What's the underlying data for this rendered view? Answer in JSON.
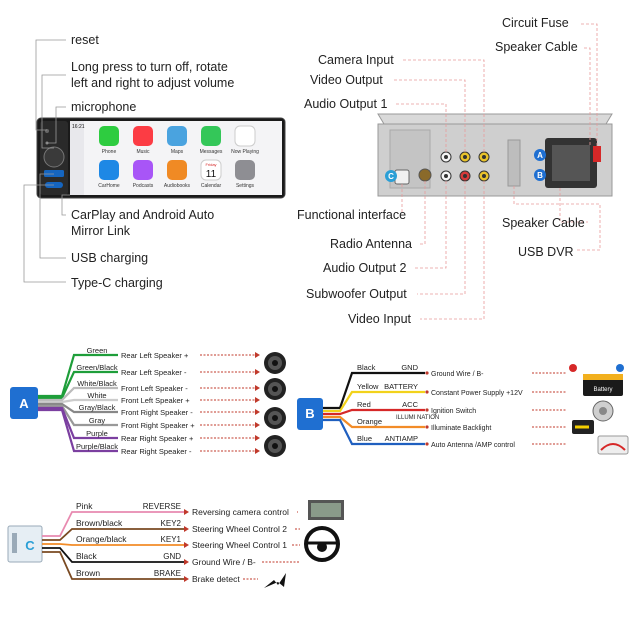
{
  "head_unit": {
    "time": "16:21",
    "apps": [
      {
        "label": "Phone",
        "color": "#2ecc40"
      },
      {
        "label": "Music",
        "color": "#fc3c44"
      },
      {
        "label": "Maps",
        "color": "#4aa3df"
      },
      {
        "label": "Messages",
        "color": "#34c759"
      },
      {
        "label": "Now Playing",
        "color": "#ffffff"
      },
      {
        "label": "CarHome",
        "color": "#1e88e5"
      },
      {
        "label": "Podcasts",
        "color": "#a855f7"
      },
      {
        "label": "Audiobooks",
        "color": "#f08a24"
      },
      {
        "label": "Calendar",
        "color": "#ffffff"
      },
      {
        "label": "Settings",
        "color": "#8e8e93"
      }
    ],
    "calendar_day": "Friday",
    "calendar_date": "11",
    "left_labels": [
      "reset",
      "Long press to turn off, rotate",
      "left and right to adjust volume",
      "microphone",
      "CarPlay and Android Auto",
      "Mirror Link",
      "USB charging",
      "Type-C charging"
    ]
  },
  "back_panel": {
    "top_labels": [
      "Circuit Fuse",
      "Speaker Cable",
      "Camera Input",
      "Video Output",
      "Audio Output 1"
    ],
    "bottom_labels": [
      "Functional interface",
      "Radio Antenna",
      "Audio Output 2",
      "Subwoofer Output",
      "Video Input",
      "Speaker Cable",
      "USB DVR"
    ],
    "port_markers": [
      "A",
      "B",
      "C"
    ]
  },
  "harness_a": {
    "letter": "A",
    "wires": [
      {
        "color_name": "Green",
        "function": "Rear Left Speaker +",
        "color": "#1e9e3a"
      },
      {
        "color_name": "Green/Black",
        "function": "Rear Left Speaker -",
        "color": "#1e9e3a"
      },
      {
        "color_name": "White/Black",
        "function": "Front Left Speaker -",
        "color": "#bbbbbb"
      },
      {
        "color_name": "White",
        "function": "Front Left Speaker +",
        "color": "#cccccc"
      },
      {
        "color_name": "Gray/Black",
        "function": "Front Right Speaker -",
        "color": "#888888"
      },
      {
        "color_name": "Gray",
        "function": "Front Right Speaker +",
        "color": "#999999"
      },
      {
        "color_name": "Purple",
        "function": "Rear Right Speaker +",
        "color": "#7b3fa0"
      },
      {
        "color_name": "Purple/Black",
        "function": "Rear Right Speaker -",
        "color": "#7b3fa0"
      }
    ]
  },
  "harness_b": {
    "letter": "B",
    "wires": [
      {
        "color_name": "Black",
        "pin": "GND",
        "function": "Ground Wire / B-",
        "color": "#111111"
      },
      {
        "color_name": "Yellow",
        "pin": "BATTERY",
        "function": "Constant Power Supply +12V",
        "color": "#f2d21b"
      },
      {
        "color_name": "Red",
        "pin": "ACC",
        "function": "Ignition Switch",
        "color": "#d62828"
      },
      {
        "color_name": "Orange",
        "pin": "ILLUMI NATION",
        "function": "Illuminate Backlight",
        "color": "#f28c28"
      },
      {
        "color_name": "Blue",
        "pin": "ANTIAMP",
        "function": "Auto Antenna /AMP control",
        "color": "#1f5fbf"
      }
    ],
    "battery_label": "Battery"
  },
  "harness_c": {
    "letter": "C",
    "wires": [
      {
        "color_name": "Pink",
        "pin": "REVERSE",
        "function": "Reversing camera control",
        "color": "#e88ab0"
      },
      {
        "color_name": "Brown/black",
        "pin": "KEY2",
        "function": "Steering Wheel Control 2",
        "color": "#7a4a22"
      },
      {
        "color_name": "Orange/black",
        "pin": "KEY1",
        "function": "Steering Wheel Control 1",
        "color": "#f28c28"
      },
      {
        "color_name": "Black",
        "pin": "GND",
        "function": "Ground Wire / B-",
        "color": "#111111"
      },
      {
        "color_name": "Brown",
        "pin": "BRAKE",
        "function": "Brake detect",
        "color": "#7a4a22"
      }
    ]
  },
  "colors": {
    "arrow": "#c0392b",
    "connector_blue": "#1f6fd1",
    "connector_c": "#2a9fd6"
  }
}
